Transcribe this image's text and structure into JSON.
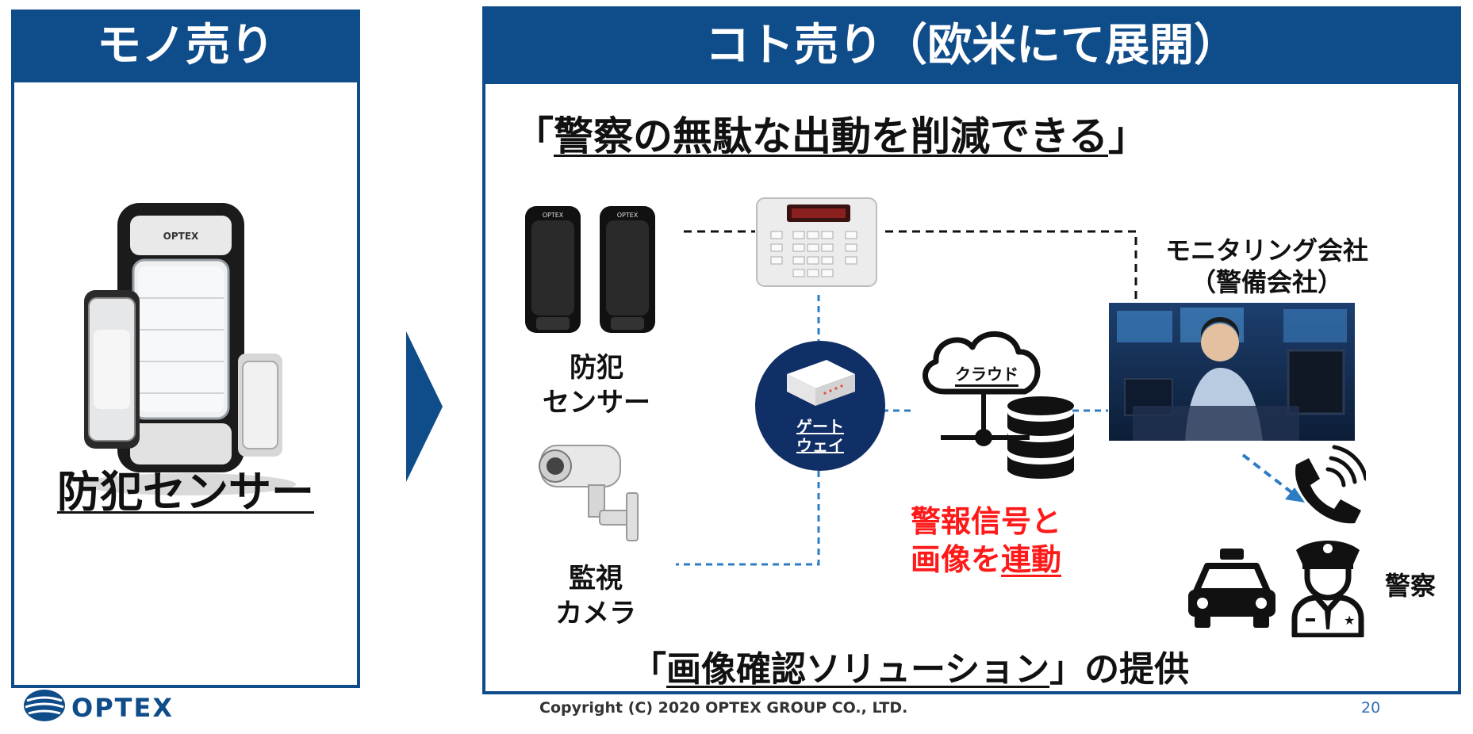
{
  "left": {
    "header": "モノ売り",
    "product_label": "防犯センサー"
  },
  "right": {
    "header": "コト売り（欧米にて展開）",
    "tagline": {
      "open": "「",
      "text": "警察の無駄な出動を削減できる",
      "close": "」"
    },
    "sensor_label": [
      "防犯",
      "センサー"
    ],
    "camera_label": [
      "監視",
      "カメラ"
    ],
    "gateway_label": [
      "ゲート",
      "ウェイ"
    ],
    "cloud_label": "クラウド",
    "monitoring_label": [
      "モニタリング会社",
      "（警備会社）"
    ],
    "alarm_text": {
      "line1": "警報信号と",
      "line2_prefix": "画像を",
      "line2_underlined": "連動"
    },
    "police_label": "警察",
    "solution": {
      "open": "「",
      "text": "画像確認ソリューション",
      "close": "」",
      "suffix": "の提供"
    },
    "sensor_brand": "OPTEX"
  },
  "footer": {
    "logo_text": "OPTEX",
    "copyright": "Copyright (C) 2020 OPTEX GROUP CO., LTD.",
    "page_number": "20"
  },
  "colors": {
    "brand_blue": "#0f4c8a",
    "alert_red": "#ff1a1a",
    "connector_blue": "#2e7cc4"
  },
  "icons": [
    "chevron-right-icon",
    "cloud-icon",
    "database-icon",
    "police-car-icon",
    "police-officer-icon",
    "phone-ringing-icon",
    "optex-logo"
  ]
}
